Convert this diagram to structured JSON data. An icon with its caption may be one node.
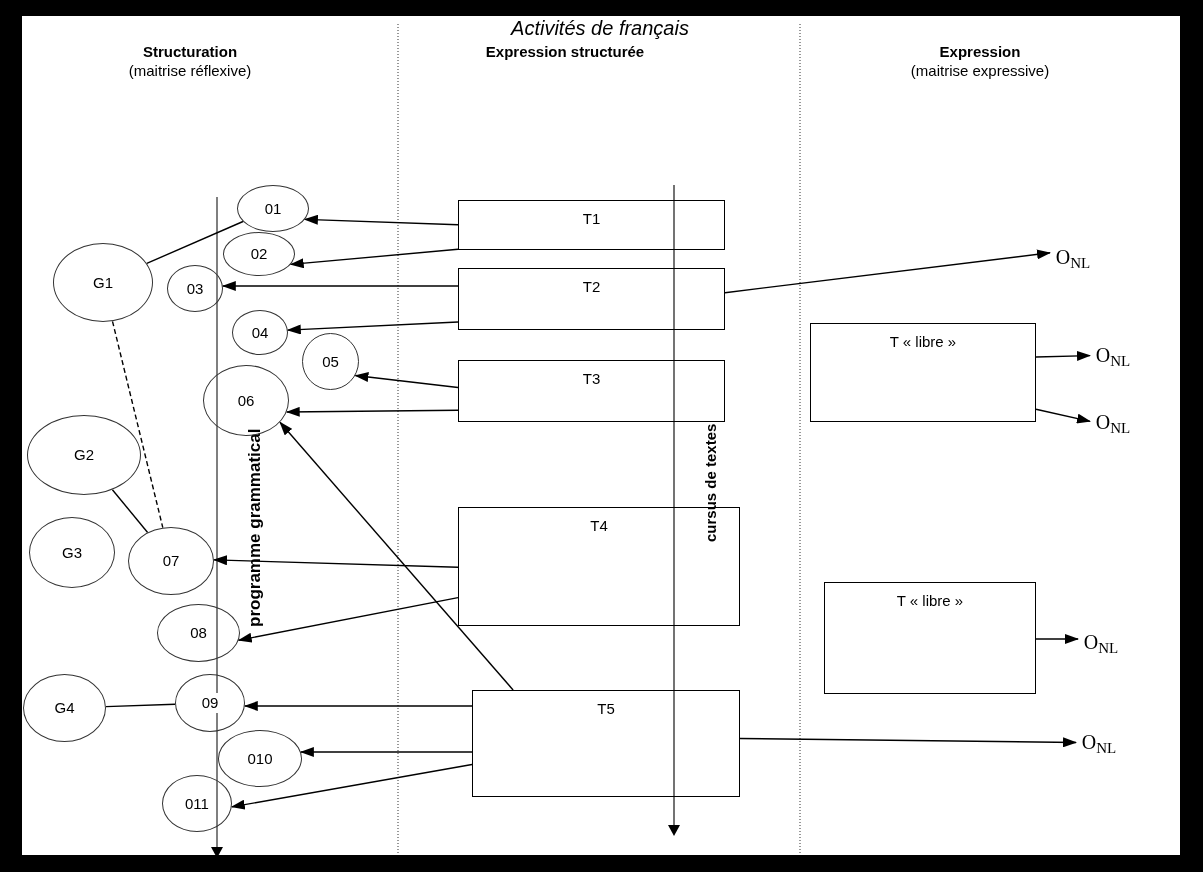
{
  "diagram": {
    "title": "Activités de français",
    "nodes": [
      {
        "text": [
          "T1"
        ]
      },
      {
        "text": [
          "T2"
        ]
      },
      {
        "text": [
          "T3"
        ]
      },
      {
        "text": [
          "T4"
        ]
      },
      {
        "text": [
          "T5"
        ]
      },
      {
        "text": [
          "T « libre »"
        ]
      },
      {
        "text": [
          "T « libre »"
        ]
      },
      {
        "text": [
          "G1"
        ]
      },
      {
        "text": [
          "01"
        ]
      },
      {
        "text": [
          "02"
        ]
      },
      {
        "text": [
          "03"
        ]
      },
      {
        "text": [
          "04"
        ]
      },
      {
        "text": [
          "05"
        ]
      },
      {
        "text": [
          "06"
        ]
      },
      {
        "text": [
          "G2"
        ]
      },
      {
        "text": [
          "G3"
        ]
      },
      {
        "text": [
          "07"
        ]
      },
      {
        "text": [
          "08"
        ]
      },
      {
        "text": [
          "G4"
        ]
      },
      {
        "text": [
          "09"
        ]
      },
      {
        "text": [
          "010"
        ]
      },
      {
        "text": [
          "011"
        ]
      },
      {
        "text": [
          "O$_{NL}$"
        ]
      },
      {
        "text": [
          "O$_{NL}$"
        ]
      },
      {
        "text": [
          "O$_{NL}$"
        ]
      },
      {
        "text": [
          "O$_{NL}$"
        ]
      },
      {
        "text": [
          "O$_{NL}$"
        ]
      }
    ],
    "edges": [
      {
        "from": 0,
        "to": 8,
        "arrow": "to"
      },
      {
        "from": 0,
        "to": 9,
        "arrow": "to"
      },
      {
        "from": 1,
        "to": 10,
        "arrow": "to"
      },
      {
        "from": 1,
        "to": 11,
        "arrow": "to"
      },
      {
        "from": 1,
        "to": 22,
        "arrow": "to"
      },
      {
        "from": 2,
        "to": 12,
        "arrow": "to"
      },
      {
        "from": 2,
        "to": 13,
        "arrow": "to"
      },
      {
        "from": 3,
        "to": 16,
        "arrow": "to"
      },
      {
        "from": 3,
        "to": 17,
        "arrow": "to"
      },
      {
        "from": 4,
        "to": 19,
        "arrow": "to"
      },
      {
        "from": 4,
        "to": 13,
        "arrow": "to"
      },
      {
        "from": 4,
        "to": 20,
        "arrow": "to"
      },
      {
        "from": 4,
        "to": 21,
        "arrow": "to"
      },
      {
        "from": 4,
        "to": 26,
        "arrow": "to"
      },
      {
        "from": 5,
        "to": 23,
        "arrow": "to"
      },
      {
        "from": 5,
        "to": 24,
        "arrow": "to"
      },
      {
        "from": 6,
        "to": 25,
        "arrow": "to"
      },
      {
        "from": 7,
        "to": 8,
        "arrow": "none"
      },
      {
        "from": 7,
        "to": 16,
        "arrow": "none",
        "style": "dashed"
      },
      {
        "from": 14,
        "to": 16,
        "arrow": "none"
      },
      {
        "from": 18,
        "to": 19,
        "arrow": "none"
      }
    ],
    "labels": [
      "Structuration",
      "(maitrise réflexive)",
      "Expression structurée",
      "Expression",
      "(maitrise expressive)",
      "programme grammatical",
      "cursus de textes"
    ]
  }
}
